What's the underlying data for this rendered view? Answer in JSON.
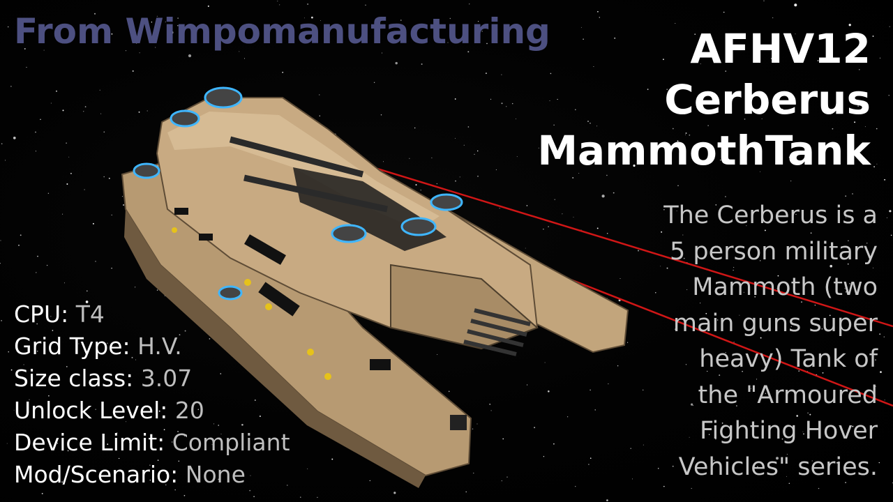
{
  "headline": {
    "text": "From Wimpomanufacturing",
    "color": "#4d5081"
  },
  "model_title": {
    "lines": [
      "AFHV12",
      "Cerberus",
      "MammothTank"
    ]
  },
  "description": {
    "lines": [
      "The Cerberus is a",
      "5 person military",
      "Mammoth (two",
      "main guns super",
      "heavy) Tank of",
      "the \"Armoured",
      "Fighting Hover",
      "Vehicles\" series."
    ]
  },
  "specs": [
    {
      "label": "CPU: ",
      "value": "T4"
    },
    {
      "label": "Grid Type: ",
      "value": "H.V."
    },
    {
      "label": "Size class: ",
      "value": "3.07"
    },
    {
      "label": "Unlock Level: ",
      "value": "20"
    },
    {
      "label": "Device Limit: ",
      "value": "Compliant"
    },
    {
      "label": "Mod/Scenario: ",
      "value": "None"
    }
  ],
  "colors": {
    "hull": "#c8aa82",
    "hull_shadow": "#8a7253",
    "glow": "#3fb6ff",
    "laser": "#d01616",
    "background": "#000000"
  }
}
